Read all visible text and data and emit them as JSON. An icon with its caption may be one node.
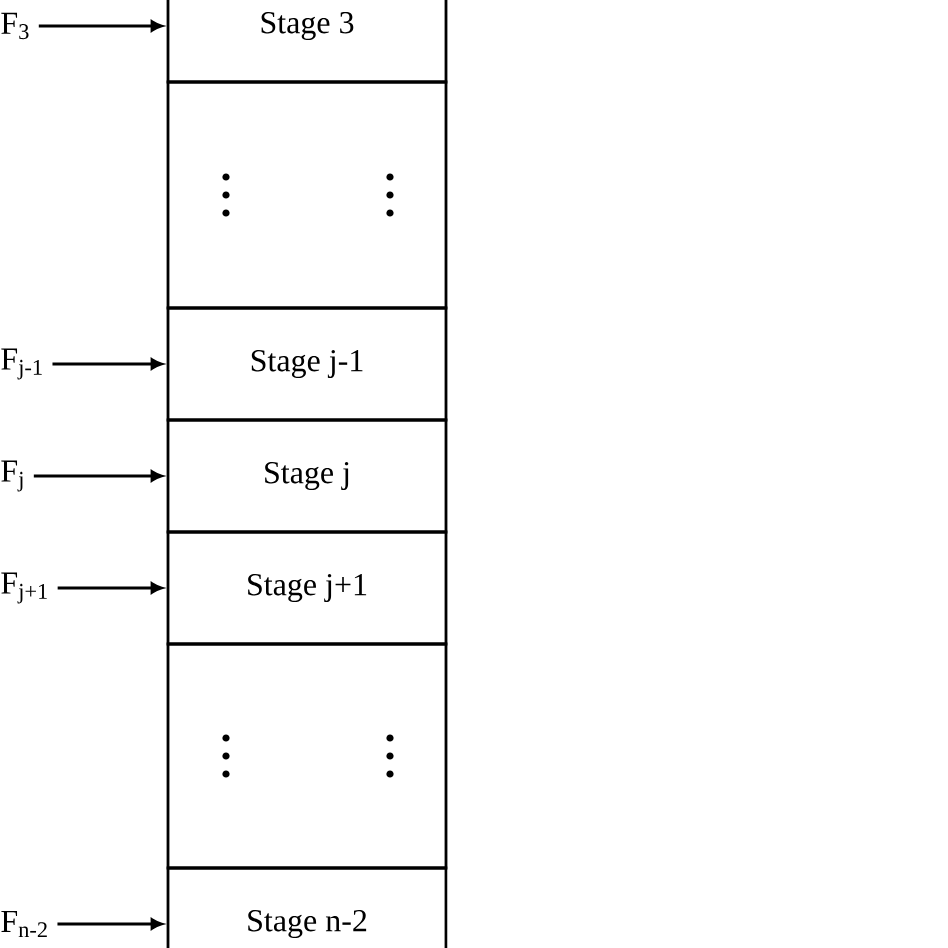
{
  "diagram": {
    "nodes": [
      {
        "text": [
          "F$_{3}$"
        ]
      },
      {
        "text": [
          "Stage 3"
        ]
      },
      {
        "text": [],
        "shape": "box"
      },
      {
        "text": [
          "F$_{j-1}$"
        ]
      },
      {
        "text": [
          "Stage j-1"
        ]
      },
      {
        "text": [
          "F$_{j}$"
        ]
      },
      {
        "text": [
          "Stage j"
        ]
      },
      {
        "text": [
          "F$_{j+1}$"
        ]
      },
      {
        "text": [
          "Stage j+1"
        ]
      },
      {
        "text": [],
        "shape": "box"
      },
      {
        "text": [
          "F$_{n-2}$"
        ]
      },
      {
        "text": [
          "Stage n-2"
        ]
      }
    ],
    "edges": [
      {
        "from": 0,
        "to": 1,
        "arrow": "to"
      },
      {
        "from": 3,
        "to": 4,
        "arrow": "to"
      },
      {
        "from": 5,
        "to": 6,
        "arrow": "to"
      },
      {
        "from": 7,
        "to": 8,
        "arrow": "to"
      },
      {
        "from": 10,
        "to": 11,
        "arrow": "to"
      }
    ]
  }
}
